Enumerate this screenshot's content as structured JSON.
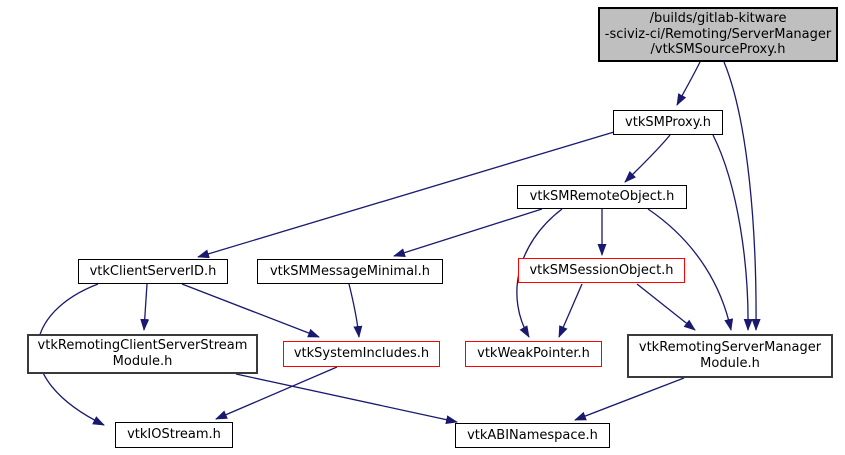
{
  "colors": {
    "edge": "#191970",
    "node_border": "#000000",
    "truncated_node_border": "#ff0000",
    "focus_node_fill": "#bfbfbf",
    "node_fill": "#ffffff",
    "background": "#ffffff"
  },
  "nodes": {
    "source_proxy": {
      "lines": [
        "/builds/gitlab-kitware",
        "-sciviz-ci/Remoting/ServerManager",
        "/vtkSMSourceProxy.h"
      ]
    },
    "sm_proxy": {
      "label": "vtkSMProxy.h"
    },
    "remote_object": {
      "label": "vtkSMRemoteObject.h"
    },
    "client_server_id": {
      "label": "vtkClientServerID.h"
    },
    "message_minimal": {
      "label": "vtkSMMessageMinimal.h"
    },
    "session_object": {
      "label": "vtkSMSessionObject.h"
    },
    "stream_module": {
      "lines": [
        "vtkRemotingClientServerStream",
        "Module.h"
      ]
    },
    "system_includes": {
      "label": "vtkSystemIncludes.h"
    },
    "weak_pointer": {
      "label": "vtkWeakPointer.h"
    },
    "server_manager_module": {
      "lines": [
        "vtkRemotingServerManager",
        "Module.h"
      ]
    },
    "io_stream": {
      "label": "vtkIOStream.h"
    },
    "abi_namespace": {
      "label": "vtkABINamespace.h"
    }
  },
  "edges": [
    {
      "from": "source_proxy",
      "to": "sm_proxy"
    },
    {
      "from": "source_proxy",
      "to": "server_manager_module"
    },
    {
      "from": "sm_proxy",
      "to": "client_server_id"
    },
    {
      "from": "sm_proxy",
      "to": "remote_object"
    },
    {
      "from": "sm_proxy",
      "to": "server_manager_module"
    },
    {
      "from": "remote_object",
      "to": "message_minimal"
    },
    {
      "from": "remote_object",
      "to": "session_object"
    },
    {
      "from": "remote_object",
      "to": "weak_pointer"
    },
    {
      "from": "remote_object",
      "to": "server_manager_module"
    },
    {
      "from": "session_object",
      "to": "weak_pointer"
    },
    {
      "from": "session_object",
      "to": "server_manager_module"
    },
    {
      "from": "client_server_id",
      "to": "stream_module"
    },
    {
      "from": "client_server_id",
      "to": "system_includes"
    },
    {
      "from": "client_server_id",
      "to": "io_stream"
    },
    {
      "from": "message_minimal",
      "to": "system_includes"
    },
    {
      "from": "stream_module",
      "to": "abi_namespace"
    },
    {
      "from": "system_includes",
      "to": "io_stream"
    },
    {
      "from": "server_manager_module",
      "to": "abi_namespace"
    }
  ]
}
